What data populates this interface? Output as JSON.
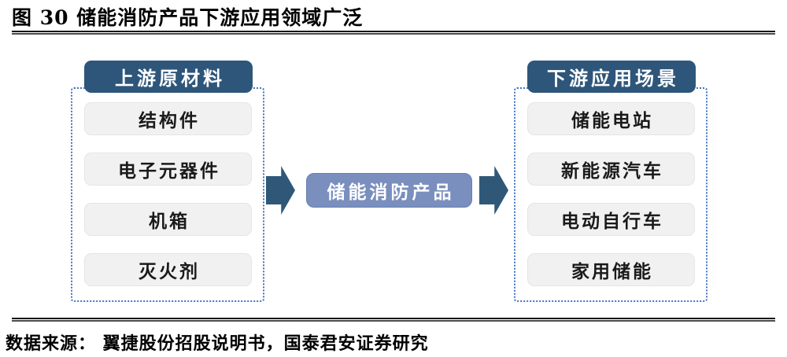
{
  "figure": {
    "title": "图 30 储能消防产品下游应用领域广泛",
    "source": "数据来源： 翼捷股份招股说明书，国泰君安证券研究"
  },
  "upstream": {
    "header": "上游原材料",
    "items": [
      "结构件",
      "电子元器件",
      "机箱",
      "灭火剂"
    ]
  },
  "product": {
    "label": "储能消防产品"
  },
  "downstream": {
    "header": "下游应用场景",
    "items": [
      "储能电站",
      "新能源汽车",
      "电动自行车",
      "家用储能"
    ]
  },
  "colors": {
    "header_bg": "#2E567A",
    "product_bg": "#7A8FBE",
    "arrow": "#2F5878",
    "dashed_border": "#4472C4",
    "item_bg": "#F1F1F1",
    "rule": "#333333"
  }
}
